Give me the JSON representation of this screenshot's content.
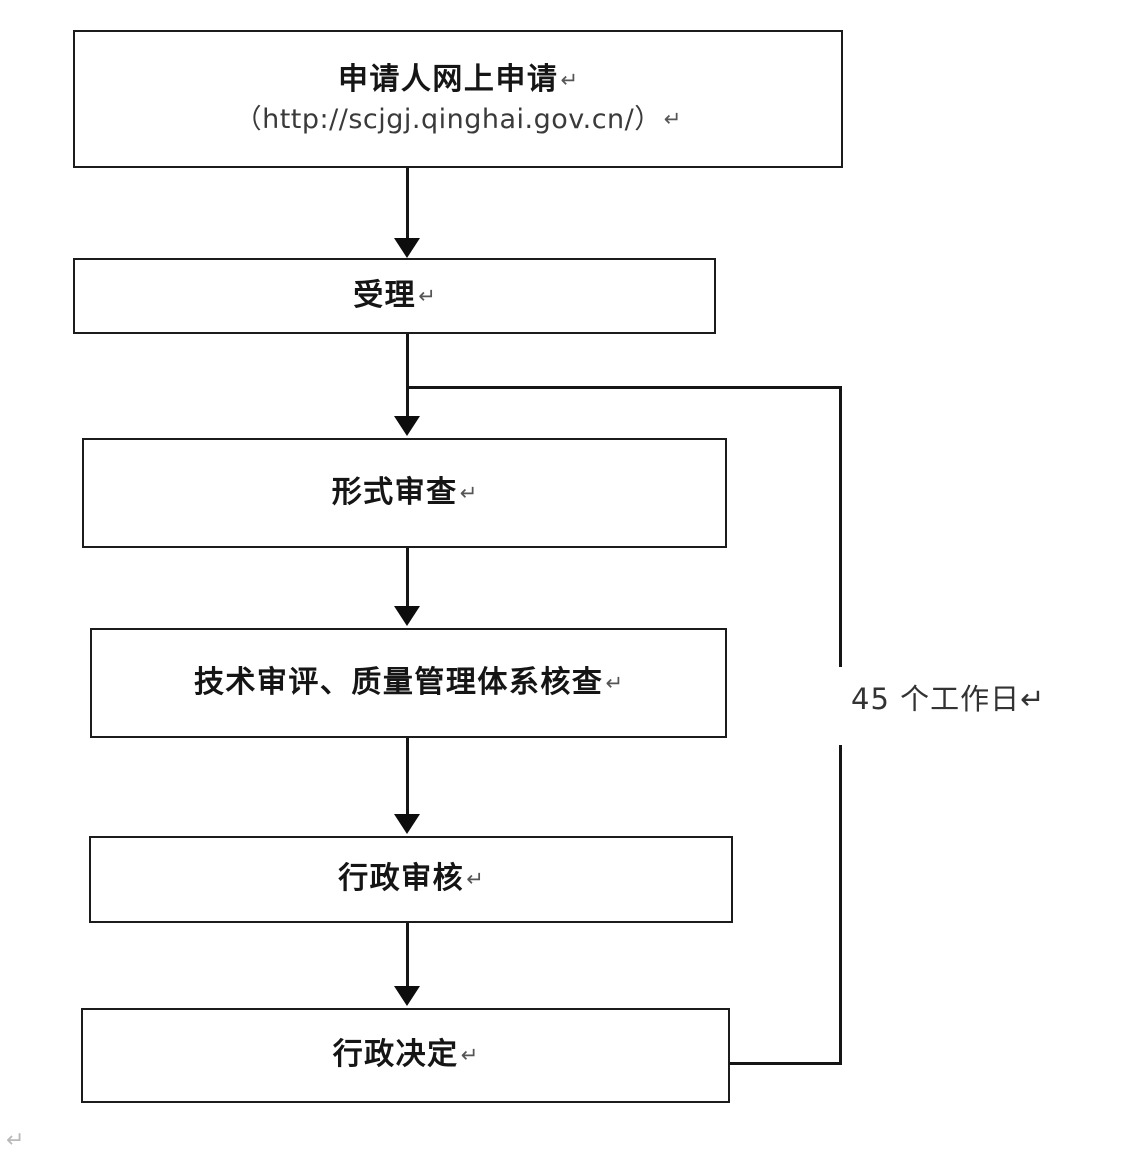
{
  "document": {
    "type": "flowchart",
    "title": "行政许可审批流程图",
    "orientation": "top-to-bottom",
    "line_color": "#151515",
    "background_color": "#ffffff"
  },
  "nodes": [
    {
      "id": "apply",
      "line1": "申请人网上申请",
      "line1_mark": "↵",
      "line2": "（http://scjgj.qinghai.gov.cn/）",
      "line2_mark": "↵"
    },
    {
      "id": "accept",
      "label": "受理",
      "mark": "↵"
    },
    {
      "id": "formal-review",
      "label": "形式审查",
      "mark": "↵"
    },
    {
      "id": "technical-review",
      "label": "技术审评、质量管理体系核查",
      "mark": "↵"
    },
    {
      "id": "administrative-review",
      "label": "行政审核",
      "mark": "↵"
    },
    {
      "id": "administrative-decision",
      "label": "行政决定",
      "mark": "↵"
    }
  ],
  "annotations": {
    "duration": "45 个工作日↵",
    "trailing_mark": "↵"
  },
  "flow": {
    "edges": [
      {
        "from": "apply",
        "to": "accept",
        "style": "arrow"
      },
      {
        "from": "accept",
        "to": "formal-review",
        "style": "arrow"
      },
      {
        "from": "formal-review",
        "to": "technical-review",
        "style": "arrow"
      },
      {
        "from": "technical-review",
        "to": "administrative-review",
        "style": "arrow"
      },
      {
        "from": "administrative-review",
        "to": "administrative-decision",
        "style": "arrow"
      },
      {
        "from": "accept",
        "to": "administrative-decision",
        "style": "bracket",
        "label": "45 个工作日"
      }
    ]
  }
}
